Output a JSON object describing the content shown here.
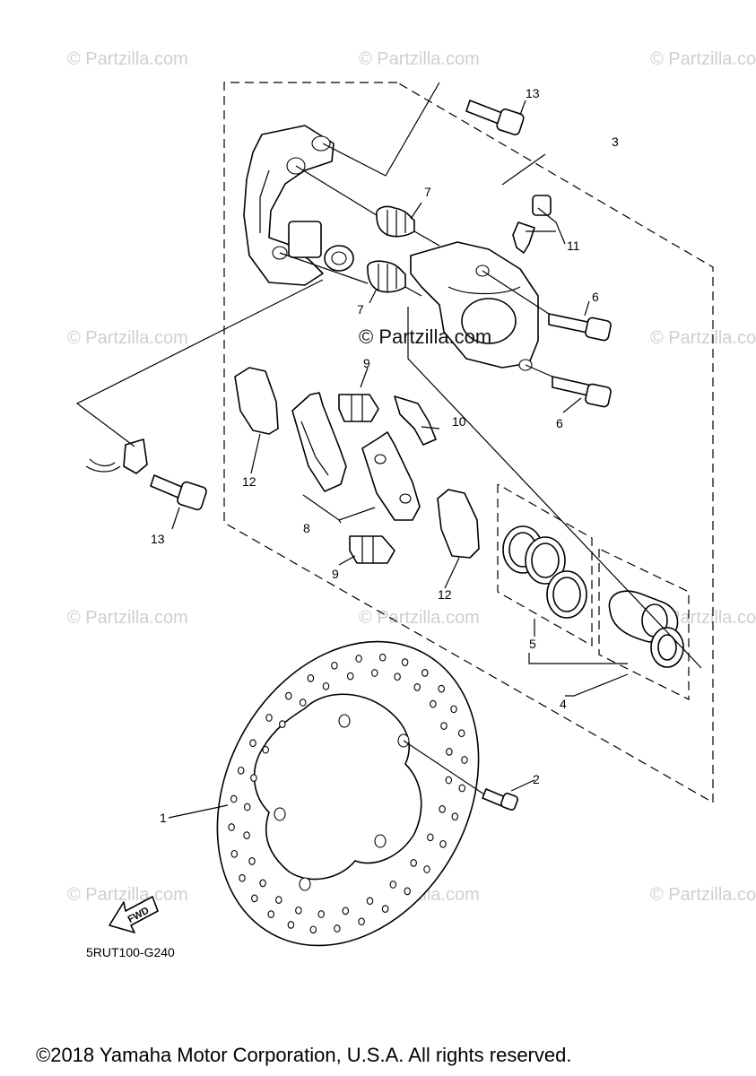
{
  "watermark": {
    "text": "© Partzilla.com",
    "center_text": "© Partzilla.com"
  },
  "callouts": {
    "c1": "1",
    "c2": "2",
    "c3": "3",
    "c4": "4",
    "c5": "5",
    "c6a": "6",
    "c6b": "6",
    "c7a": "7",
    "c7b": "7",
    "c8": "8",
    "c9a": "9",
    "c9b": "9",
    "c10": "10",
    "c11": "11",
    "c12a": "12",
    "c12b": "12",
    "c13a": "13",
    "c13b": "13"
  },
  "fwd_label": "FWD",
  "diagram_code": "5RUT100-G240",
  "copyright": "©2018 Yamaha Motor Corporation, U.S.A. All rights reserved."
}
